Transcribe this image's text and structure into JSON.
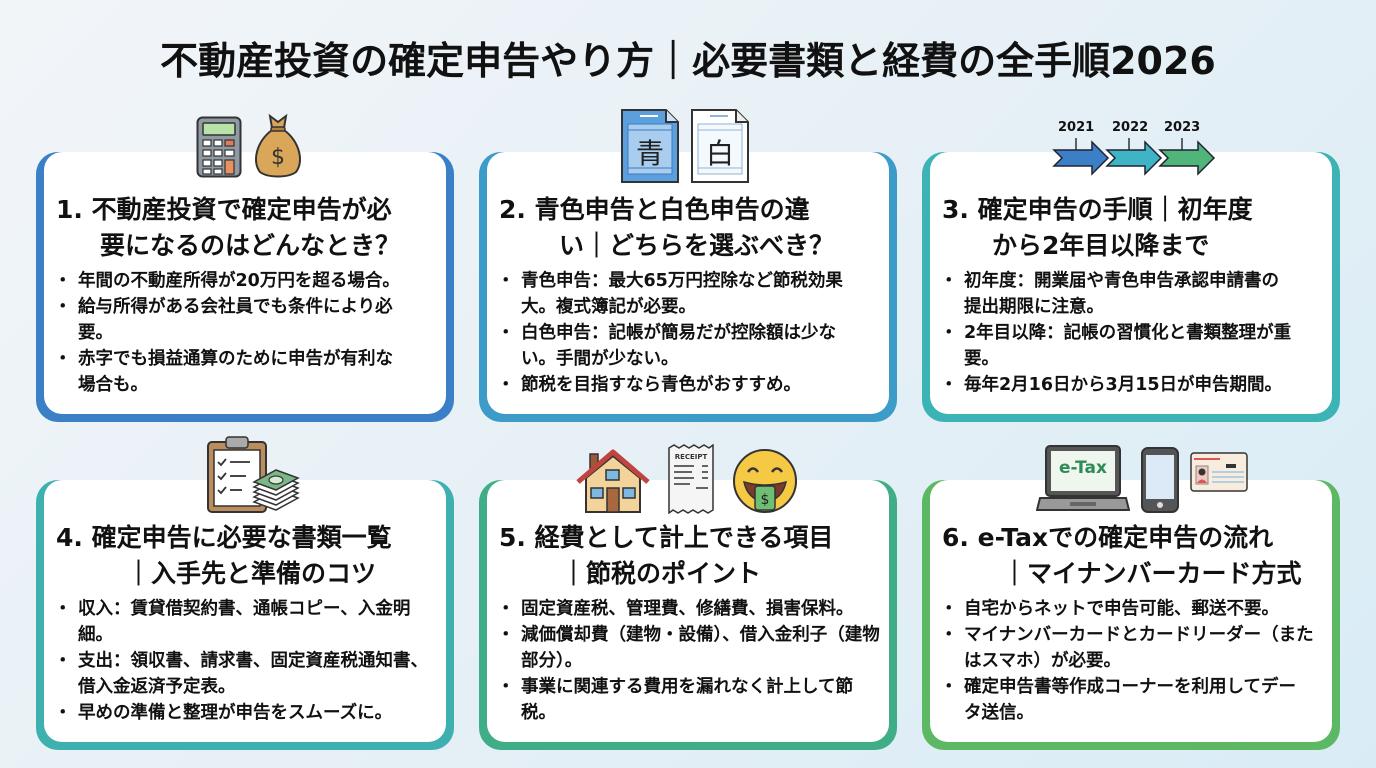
{
  "page": {
    "title": "不動産投資の確定申告やり方｜必要書類と経費の全手順2026"
  },
  "colors": {
    "card1_border": "#3b7fc7",
    "card2_border": "#3d9bc8",
    "card3_border": "#3cb3b5",
    "card4_border": "#3fb0b0",
    "card5_border": "#3fae86",
    "card6_border": "#5cb862"
  },
  "cards": [
    {
      "num": "1.",
      "title_line1": "不動産投資で確定申告が必",
      "title_line2": "要になるのはどんなとき？",
      "icons": [
        "calculator-icon",
        "money-bag-icon"
      ],
      "bullets": [
        "年間の不動産所得が20万円を超る場合。",
        "給与所得がある会社員でも条件により必要。",
        "赤字でも損益通算のために申告が有利な場合も。"
      ]
    },
    {
      "num": "2.",
      "title_line1": "青色申告と白色申告の違",
      "title_line2": "い｜どちらを選ぶべき？",
      "icons": [
        "blue-form-icon",
        "white-form-icon"
      ],
      "icon_labels": [
        "青",
        "白"
      ],
      "bullets": [
        "青色申告：最大65万円控除など節税効果大。複式簿記が必要。",
        "白色申告：記帳が簡易だが控除額は少ない。手間が少ない。",
        "節税を目指すなら青色がおすすめ。"
      ]
    },
    {
      "num": "3.",
      "title_line1": "確定申告の手順｜初年度",
      "title_line2": "から2年目以降まで",
      "icons": [
        "timeline-arrows-icon"
      ],
      "timeline_years": [
        "2021",
        "2022",
        "2023"
      ],
      "bullets": [
        "初年度：開業届や青色申告承認申請書の提出期限に注意。",
        "2年目以降：記帳の習慣化と書類整理が重要。",
        "毎年2月16日から3月15日が申告期間。"
      ]
    },
    {
      "num": "4.",
      "title_line1": "確定申告に必要な書類一覧",
      "title_line2": "｜入手先と準備のコツ",
      "icons": [
        "clipboard-checklist-icon",
        "cash-stack-icon"
      ],
      "bullets": [
        "収入：賃貸借契約書、通帳コピー、入金明細。",
        "支出：領収書、請求書、固定資産税通知書、借入金返済予定表。",
        "早めの準備と整理が申告をスムーズに。"
      ]
    },
    {
      "num": "5.",
      "title_line1": "経費として計上できる項目",
      "title_line2": "｜節税のポイント",
      "icons": [
        "house-icon",
        "receipt-icon",
        "money-face-icon"
      ],
      "receipt_label": "RECEIPT",
      "bullets": [
        "固定資産税、管理費、修繕費、損害保料。",
        "減価償却費（建物・設備）、借入金利子（建物部分）。",
        "事業に関連する費用を漏れなく計上して節税。"
      ]
    },
    {
      "num": "6.",
      "title_line1": "e-Taxでの確定申告の流れ",
      "title_line2": "｜マイナンバーカード方式",
      "icons": [
        "laptop-icon",
        "smartphone-icon",
        "id-card-icon"
      ],
      "laptop_label": "e-Tax",
      "bullets": [
        "自宅からネットで申告可能、郵送不要。",
        "マイナンバーカードとカードリーダー（またはスマホ）が必要。",
        "確定申告書等作成コーナーを利用してデータ送信。"
      ]
    }
  ]
}
